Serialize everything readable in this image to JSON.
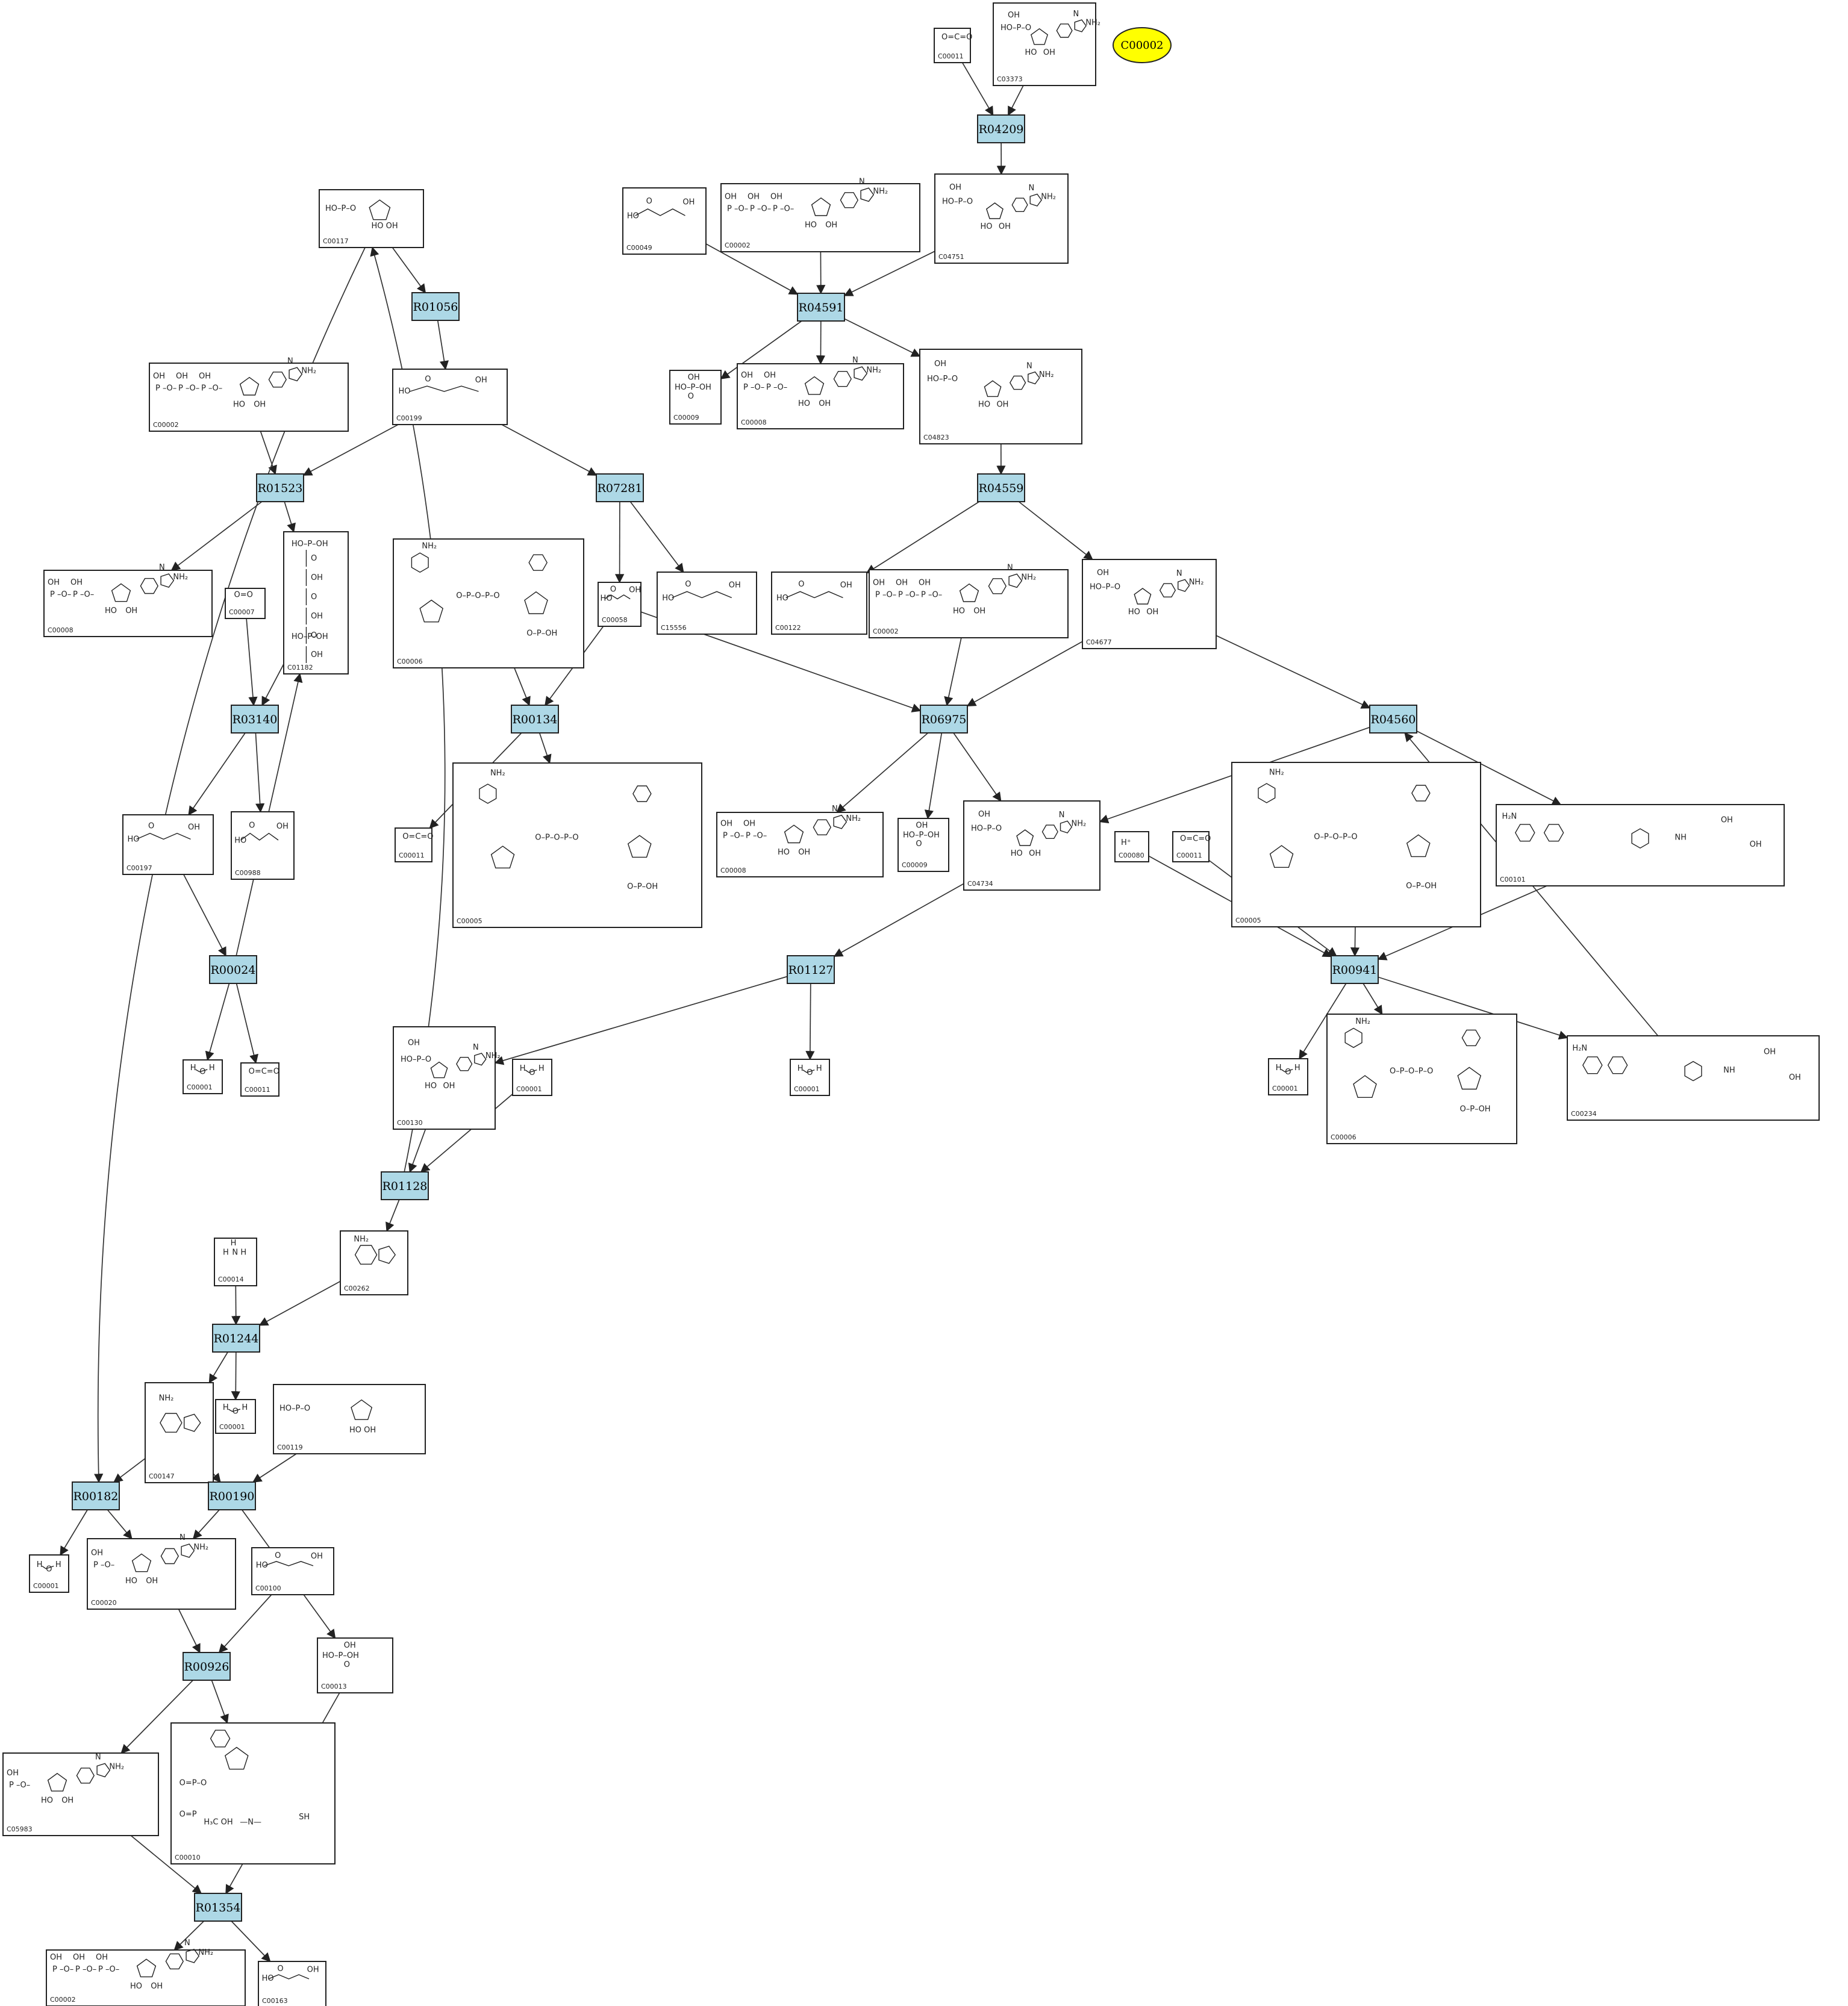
{
  "diagram": {
    "highlight": {
      "label": "C00002",
      "color": "#ffff00"
    },
    "reaction_color": "#add8e6",
    "reactions": [
      "R04209",
      "R04591",
      "R01056",
      "R01523",
      "R07281",
      "R04559",
      "R03140",
      "R00134",
      "R06975",
      "R04560",
      "R00024",
      "R01127",
      "R00941",
      "R01128",
      "R01244",
      "R00182",
      "R00190",
      "R00926",
      "R01354"
    ],
    "compounds": [
      {
        "id": "c00011_a",
        "label": "C00011",
        "mol": "co2"
      },
      {
        "id": "c03373",
        "label": "C03373",
        "mol": "nuc"
      },
      {
        "id": "c04751",
        "label": "C04751",
        "mol": "nuc"
      },
      {
        "id": "c00049",
        "label": "C00049",
        "mol": "small"
      },
      {
        "id": "c00002_a",
        "label": "C00002",
        "mol": "atp"
      },
      {
        "id": "c00117",
        "label": "C00117",
        "mol": "sugar"
      },
      {
        "id": "c00009_a",
        "label": "C00009",
        "mol": "pi"
      },
      {
        "id": "c00008_a",
        "label": "C00008",
        "mol": "atp"
      },
      {
        "id": "c04823",
        "label": "C04823",
        "mol": "nuc"
      },
      {
        "id": "c00199",
        "label": "C00199",
        "mol": "small"
      },
      {
        "id": "c00002_b",
        "label": "C00002",
        "mol": "atp"
      },
      {
        "id": "c00008_b",
        "label": "C00008",
        "mol": "atp"
      },
      {
        "id": "c01182",
        "label": "C01182",
        "mol": "chain"
      },
      {
        "id": "c00007",
        "label": "C00007",
        "mol": "o2"
      },
      {
        "id": "c00006_a",
        "label": "C00006",
        "mol": "nad"
      },
      {
        "id": "c00058",
        "label": "C00058",
        "mol": "small"
      },
      {
        "id": "c15556",
        "label": "C15556",
        "mol": "small"
      },
      {
        "id": "c00122",
        "label": "C00122",
        "mol": "small"
      },
      {
        "id": "c00002_c",
        "label": "C00002",
        "mol": "atp"
      },
      {
        "id": "c04677",
        "label": "C04677",
        "mol": "nuc"
      },
      {
        "id": "c00197",
        "label": "C00197",
        "mol": "small"
      },
      {
        "id": "c00988",
        "label": "C00988",
        "mol": "small"
      },
      {
        "id": "c00011_b",
        "label": "C00011",
        "mol": "co2"
      },
      {
        "id": "c00005_a",
        "label": "C00005",
        "mol": "nad"
      },
      {
        "id": "c00008_c",
        "label": "C00008",
        "mol": "atp"
      },
      {
        "id": "c00009_b",
        "label": "C00009",
        "mol": "pi"
      },
      {
        "id": "c04734",
        "label": "C04734",
        "mol": "nuc"
      },
      {
        "id": "c00080",
        "label": "C00080",
        "mol": "h"
      },
      {
        "id": "c00011_c",
        "label": "C00011",
        "mol": "co2"
      },
      {
        "id": "c00005_b",
        "label": "C00005",
        "mol": "nad"
      },
      {
        "id": "c00101",
        "label": "C00101",
        "mol": "folate"
      },
      {
        "id": "c00001_a",
        "label": "C00001",
        "mol": "h2o"
      },
      {
        "id": "c00011_d",
        "label": "C00011",
        "mol": "co2"
      },
      {
        "id": "c00001_b",
        "label": "C00001",
        "mol": "h2o"
      },
      {
        "id": "c00130",
        "label": "C00130",
        "mol": "nuc"
      },
      {
        "id": "c00001_c",
        "label": "C00001",
        "mol": "h2o"
      },
      {
        "id": "c00001_d",
        "label": "C00001",
        "mol": "h2o"
      },
      {
        "id": "c00006_b",
        "label": "C00006",
        "mol": "nad"
      },
      {
        "id": "c00234",
        "label": "C00234",
        "mol": "folate"
      },
      {
        "id": "c00262",
        "label": "C00262",
        "mol": "base"
      },
      {
        "id": "c00014",
        "label": "C00014",
        "mol": "nh3"
      },
      {
        "id": "c00147",
        "label": "C00147",
        "mol": "base"
      },
      {
        "id": "c00001_e",
        "label": "C00001",
        "mol": "h2o"
      },
      {
        "id": "c00119",
        "label": "C00119",
        "mol": "sugar"
      },
      {
        "id": "c00001_f",
        "label": "C00001",
        "mol": "h2o"
      },
      {
        "id": "c00020",
        "label": "C00020",
        "mol": "atp"
      },
      {
        "id": "c00100",
        "label": "C00100",
        "mol": "small"
      },
      {
        "id": "c00013",
        "label": "C00013",
        "mol": "pi"
      },
      {
        "id": "c05983",
        "label": "C05983",
        "mol": "atp"
      },
      {
        "id": "c00010",
        "label": "C00010",
        "mol": "coa"
      },
      {
        "id": "c00002_d",
        "label": "C00002",
        "mol": "atp"
      },
      {
        "id": "c00163",
        "label": "C00163",
        "mol": "small"
      }
    ],
    "edges": [
      [
        "c00011_a",
        "R04209"
      ],
      [
        "c03373",
        "R04209"
      ],
      [
        "R04209",
        "c04751"
      ],
      [
        "c00049",
        "R04591"
      ],
      [
        "c00002_a",
        "R04591"
      ],
      [
        "c04751",
        "R04591"
      ],
      [
        "R04591",
        "c00009_a"
      ],
      [
        "R04591",
        "c00008_a"
      ],
      [
        "R04591",
        "c04823"
      ],
      [
        "c04823",
        "R04559"
      ],
      [
        "R04559",
        "c00122"
      ],
      [
        "R04559",
        "c04677"
      ],
      [
        "c00117",
        "R01056"
      ],
      [
        "R01056",
        "c00199"
      ],
      [
        "c00002_b",
        "R01523"
      ],
      [
        "c00199",
        "R01523"
      ],
      [
        "R01523",
        "c00008_b"
      ],
      [
        "R01523",
        "c01182"
      ],
      [
        "c00199",
        "R07281"
      ],
      [
        "R07281",
        "c00058"
      ],
      [
        "R07281",
        "c15556"
      ],
      [
        "c00007",
        "R03140"
      ],
      [
        "c01182",
        "R03140"
      ],
      [
        "R03140",
        "c00197"
      ],
      [
        "R03140",
        "c00988"
      ],
      [
        "c00197",
        "R00024"
      ],
      [
        "R00024",
        "c00001_a"
      ],
      [
        "R00024",
        "c00011_d"
      ],
      [
        "R00024",
        "c01182"
      ],
      [
        "c00006_a",
        "R00134"
      ],
      [
        "c00058",
        "R00134"
      ],
      [
        "R00134",
        "c00011_b"
      ],
      [
        "R00134",
        "c00005_a"
      ],
      [
        "c00058",
        "R06975"
      ],
      [
        "c00002_c",
        "R06975"
      ],
      [
        "c04677",
        "R06975"
      ],
      [
        "R06975",
        "c00008_c"
      ],
      [
        "R06975",
        "c00009_b"
      ],
      [
        "R06975",
        "c04734"
      ],
      [
        "c04677",
        "R04560"
      ],
      [
        "c00234",
        "R04560"
      ],
      [
        "R04560",
        "c04734"
      ],
      [
        "R04560",
        "c00101"
      ],
      [
        "c04734",
        "R01127"
      ],
      [
        "R01127",
        "c00130"
      ],
      [
        "R01127",
        "c00001_c"
      ],
      [
        "c00080",
        "R00941"
      ],
      [
        "c00011_c",
        "R00941"
      ],
      [
        "c00005_b",
        "R00941"
      ],
      [
        "c00101",
        "R00941"
      ],
      [
        "R00941",
        "c00001_b"
      ],
      [
        "R00941",
        "c00006_b"
      ],
      [
        "R00941",
        "c00234"
      ],
      [
        "c00130",
        "R01128"
      ],
      [
        "c00001_d",
        "R01128"
      ],
      [
        "R01128",
        "c00117"
      ],
      [
        "R01128",
        "c00262"
      ],
      [
        "c00262",
        "R01244"
      ],
      [
        "c00014",
        "R01244"
      ],
      [
        "R01244",
        "c00147"
      ],
      [
        "R01244",
        "c00001_e"
      ],
      [
        "c00117",
        "R00182"
      ],
      [
        "c00147",
        "R00182"
      ],
      [
        "R00182",
        "c00001_f"
      ],
      [
        "R00182",
        "c00020"
      ],
      [
        "c00147",
        "R00190"
      ],
      [
        "c00119",
        "R00190"
      ],
      [
        "R00190",
        "c00020"
      ],
      [
        "R00190",
        "c00013"
      ],
      [
        "c00020",
        "R00926"
      ],
      [
        "c00100",
        "R00926"
      ],
      [
        "R00926",
        "c05983"
      ],
      [
        "R00926",
        "c00010"
      ],
      [
        "c05983",
        "R01354"
      ],
      [
        "c00013",
        "R01354"
      ],
      [
        "R01354",
        "c00002_d"
      ],
      [
        "R01354",
        "c00163"
      ]
    ]
  }
}
